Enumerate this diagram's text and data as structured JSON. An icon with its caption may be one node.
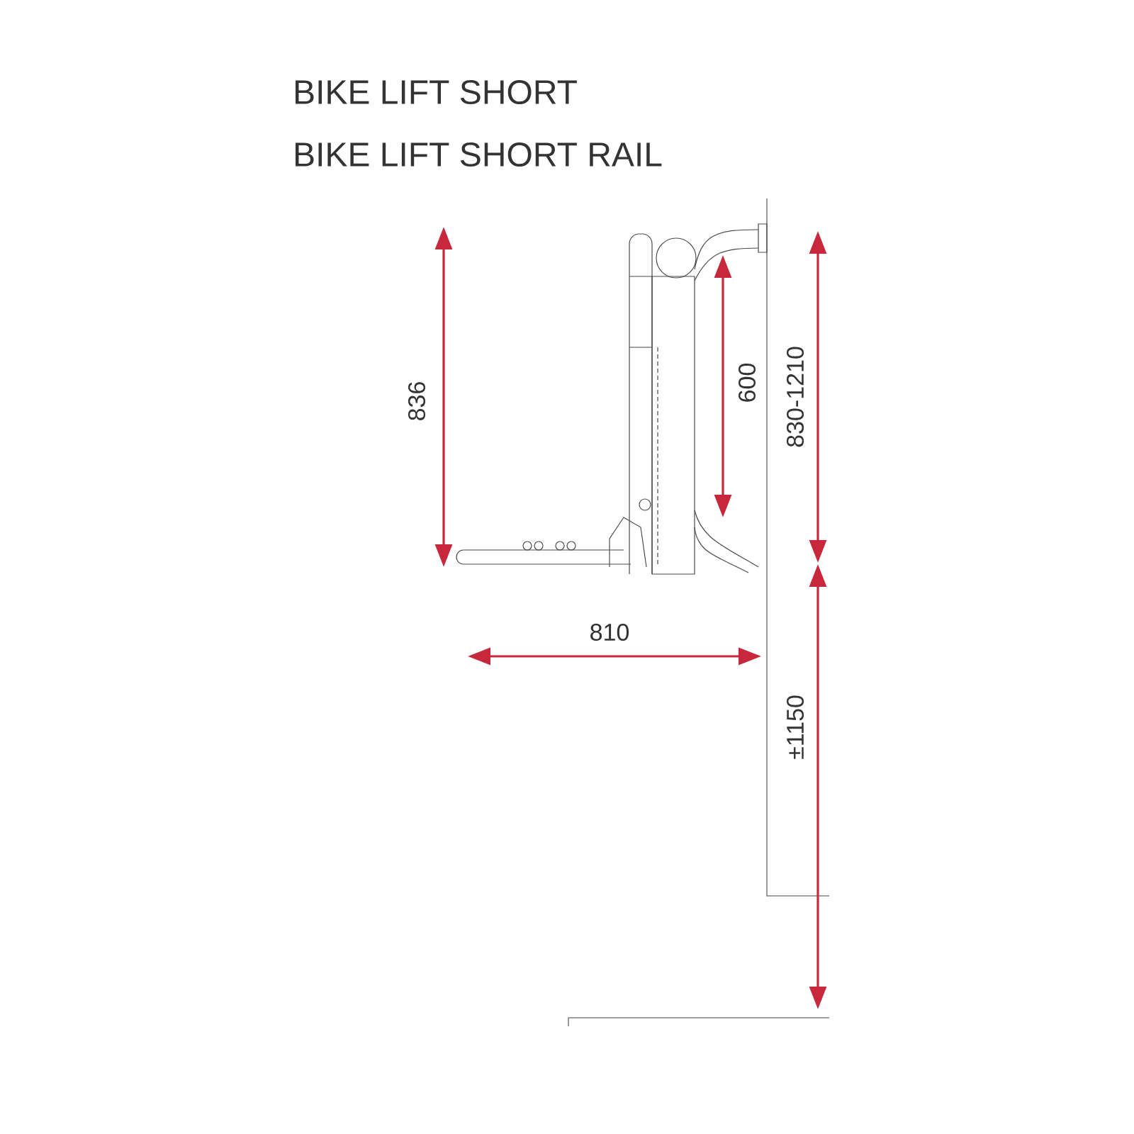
{
  "diagram": {
    "title": "BIKE LIFT SHORT",
    "labels": [
      "BIKE LIFT SHORT RAIL",
      "836",
      "600",
      "830-1210",
      "810",
      "±1150"
    ]
  }
}
